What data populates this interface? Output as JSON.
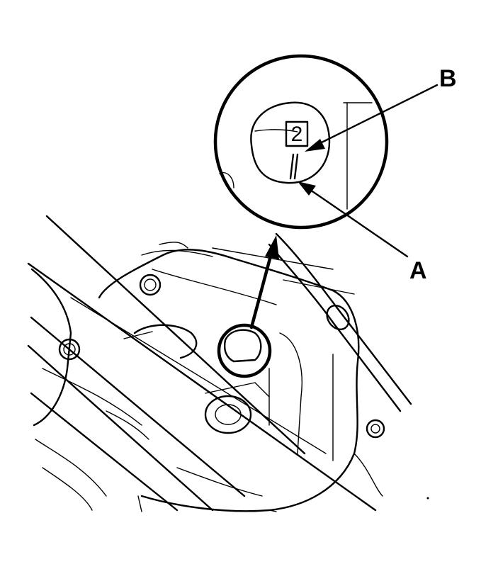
{
  "callouts": {
    "a": {
      "label": "A"
    },
    "b": {
      "label": "B"
    }
  },
  "timing_mark": {
    "number": "2"
  },
  "colors": {
    "ink": "#000000",
    "paper": "#ffffff"
  }
}
